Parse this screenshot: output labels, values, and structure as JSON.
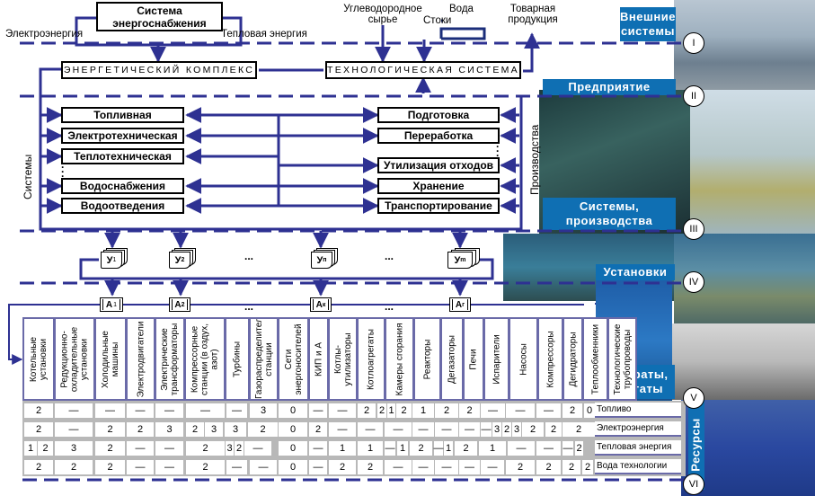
{
  "external": {
    "energy_supply_box": "Система энергоснабжения",
    "electricity_label": "Электроэнергия",
    "heat_label": "Тепловая энергия",
    "hydrocarbon_label": "Углеводородное сырье",
    "water_label": "Вода",
    "drains_label": "Стоки",
    "product_label": "Товарная продукция"
  },
  "complexes": {
    "energy_complex": "Энергетический комплекс",
    "tech_system": "Технологическая система"
  },
  "systems": {
    "side_label": "Системы",
    "items": [
      "Топливная",
      "Электротехническая",
      "Теплотехническая",
      "Водоснабжения",
      "Водоотведения"
    ]
  },
  "productions": {
    "side_label": "Производства",
    "items": [
      "Подготовка",
      "Переработка",
      "Утилизация отходов",
      "Хранение",
      "Транспортирование"
    ]
  },
  "units": {
    "items": [
      {
        "label": "У",
        "sub": "1"
      },
      {
        "label": "У",
        "sub": "2"
      },
      {
        "label": "У",
        "sub": "п"
      },
      {
        "label": "У",
        "sub": "m"
      }
    ],
    "ellipsis": "..."
  },
  "apparatus": {
    "items": [
      {
        "label": "А",
        "sub": "1"
      },
      {
        "label": "А",
        "sub": "2"
      },
      {
        "label": "А",
        "sub": "к"
      },
      {
        "label": "А",
        "sub": "г"
      }
    ],
    "ellipsis": "..."
  },
  "equipment_columns": [
    "Котельные установки",
    "Редукционно-охладительные установки",
    "Холодильные машины",
    "Электродвигатели",
    "Электрические трансформаторы",
    "Компрессорные станции (в оздух, азот)",
    "Турбины",
    "Газораспределительные станции",
    "Сети энергоносителей",
    "КИП и А",
    "Котлы-утилизаторы",
    "Котлоагрегаты",
    "Камеры сгорания",
    "Реакторы",
    "Дегазаторы",
    "Печи",
    "Испарители",
    "Насосы",
    "Компрессоры",
    "Дегидраторы",
    "Теплообменники",
    "Технологические трубопроводы"
  ],
  "resource_table": {
    "rows": [
      {
        "label": "Топливо",
        "cells": [
          "2",
          "—",
          "—",
          "—",
          "—",
          "—",
          "—",
          "3",
          "0",
          "—",
          "—",
          "2",
          "2",
          "1",
          "2",
          "1",
          "2",
          "2",
          "—",
          "—",
          "—",
          "2",
          "0"
        ]
      },
      {
        "label": "Электроэнергия",
        "cells": [
          "2",
          "—",
          "2",
          "2",
          "3",
          "2",
          "3",
          "3",
          "2",
          "0",
          "2",
          "—",
          "—",
          "—",
          "—",
          "—",
          "—",
          "—",
          "3",
          "2",
          "3",
          "2",
          "2",
          "2",
          "2"
        ]
      },
      {
        "label": "Тепловая энергия",
        "cells": [
          "1",
          "2",
          "3",
          "2",
          "—",
          "—",
          "2",
          "3",
          "2",
          "—",
          "0",
          "—",
          "1",
          "1",
          "—",
          "1",
          "2",
          "—",
          "1",
          "2",
          "1",
          "—",
          "—",
          "—",
          "2",
          "2",
          "0"
        ]
      },
      {
        "label": "Вода технологии",
        "cells": [
          "2",
          "2",
          "2",
          "—",
          "—",
          "2",
          "—",
          "—",
          "0",
          "—",
          "2",
          "2",
          "—",
          "—",
          "—",
          "—",
          "—",
          "2",
          "2",
          "2",
          "2",
          "0"
        ]
      }
    ]
  },
  "levels": {
    "bands": [
      "Внешние системы",
      "Предприятие",
      "Системы, производства",
      "Установки",
      "Аппараты, агрегаты",
      "Ресурсы"
    ],
    "roman": [
      "I",
      "II",
      "III",
      "IV",
      "V",
      "VI"
    ]
  },
  "colors": {
    "line": "#2e3192",
    "band": "#0f6fb3",
    "grid": "#b8b8b8",
    "column_border": "#6a6aa8"
  }
}
